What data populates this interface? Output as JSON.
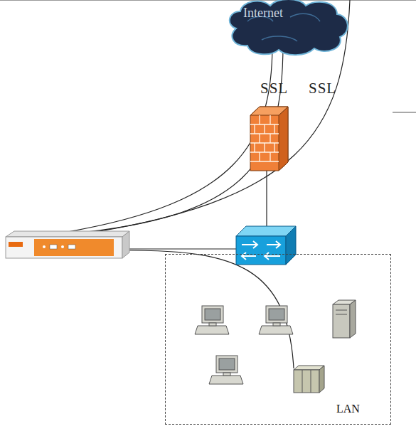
{
  "diagram": {
    "nodes": [
      {
        "text": [
          "Internet"
        ]
      },
      {
        "text": [
          "LAN"
        ]
      }
    ],
    "labels": [
      "SSL",
      "SSL"
    ]
  }
}
